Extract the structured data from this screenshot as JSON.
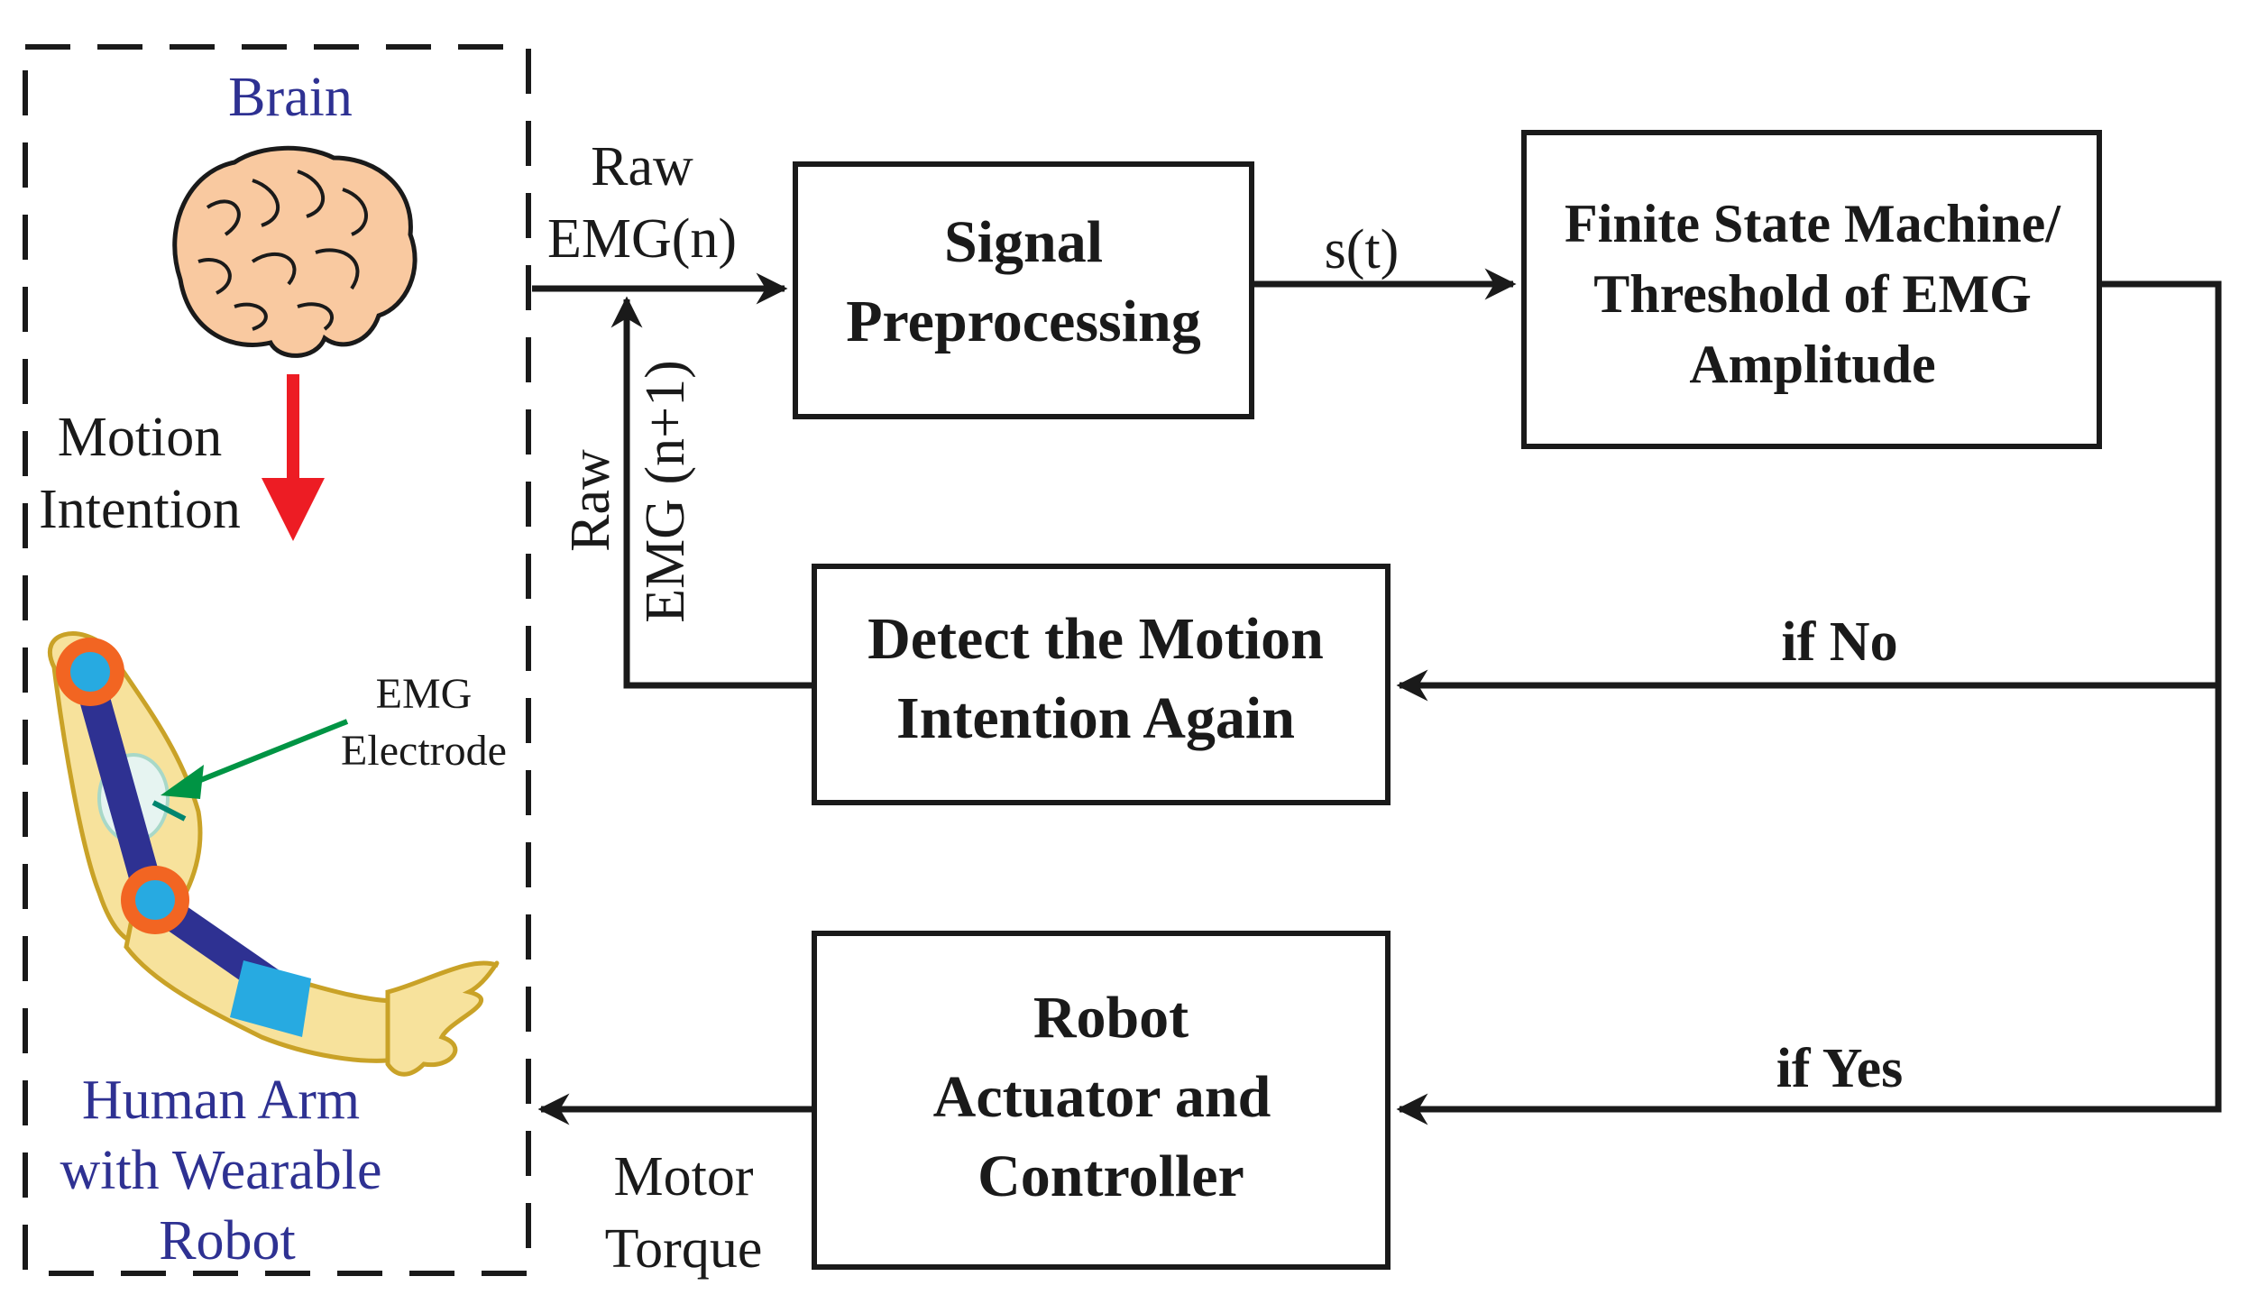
{
  "left_panel": {
    "brain_label": "Brain",
    "motion_intention": [
      "Motion",
      "Intention"
    ],
    "electrode_label": [
      "EMG",
      "Electrode"
    ],
    "arm_label": [
      "Human Arm",
      "with Wearable",
      "Robot"
    ]
  },
  "boxes": {
    "signal": [
      "Signal",
      "Preprocessing"
    ],
    "fsm": [
      "Finite State Machine/",
      "Threshold of EMG",
      "Amplitude"
    ],
    "detect": [
      "Detect the Motion",
      "Intention Again"
    ],
    "robot": [
      "Robot",
      "Actuator and",
      "Controller"
    ]
  },
  "labels": {
    "raw_emg_n": [
      "Raw",
      "EMG(n)"
    ],
    "raw_emg_n1": [
      "Raw",
      "EMG (n+1)"
    ],
    "s_t": "s(t)",
    "if_no": "if No",
    "if_yes": "if Yes",
    "motor_torque": [
      "Motor",
      "Torque"
    ]
  },
  "colors": {
    "blue_text": "#2e3192",
    "red_arrow": "#ed1c24",
    "green_arrow": "#009444",
    "skin": "#f7e29c",
    "robot_link": "#2e3192",
    "joint_outer": "#f26522",
    "joint_inner": "#27aae1",
    "brain": "#f9c9a0"
  }
}
